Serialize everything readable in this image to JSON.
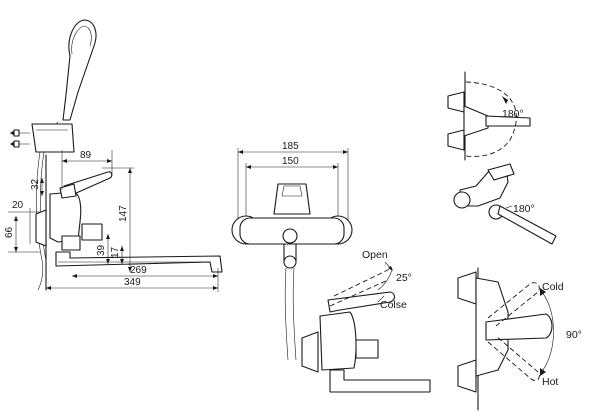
{
  "side_view": {
    "dims": {
      "width_89": "89",
      "height_32": "32",
      "offset_20": "20",
      "height_66": "66",
      "height_147": "147",
      "height_39": "39",
      "height_17": "17",
      "length_269": "269",
      "length_349": "349"
    }
  },
  "front_view": {
    "dims": {
      "width_185": "185",
      "width_150": "150"
    }
  },
  "lever_view": {
    "labels": {
      "open": "Open",
      "angle": "25°",
      "close": "Colse"
    }
  },
  "rotation_view": {
    "labels": {
      "top_angle": "180°",
      "spout_angle": "180°"
    }
  },
  "mix_view": {
    "labels": {
      "cold": "Cold",
      "angle": "90°",
      "hot": "Hot"
    }
  }
}
